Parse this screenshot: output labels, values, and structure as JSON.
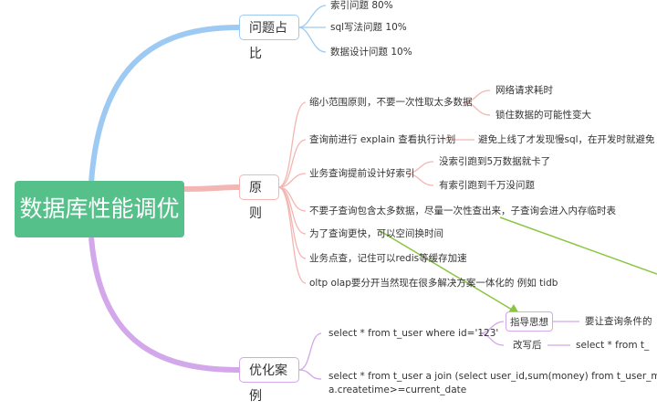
{
  "root": {
    "label": "数据库性能调优",
    "color": "#55c08a"
  },
  "branches": {
    "problems": {
      "label": "问题占比",
      "color": "#9ccaf2",
      "items": [
        "索引问题 80%",
        "sql写法问题 10%",
        "数据设计问题 10%"
      ]
    },
    "principles": {
      "label": "原则",
      "color": "#f3b6b2",
      "items": [
        "缩小范围原则，不要一次性取太多数据",
        "查询前进行 explain 查看执行计划",
        "业务查询提前设计好索引",
        "不要子查询包含太多数据，尽量一次性查出来，子查询会进入内存临时表",
        "为了查询更快，可以空间换时间",
        "业务点查，记住可以redis等缓存加速",
        "oltp  olap要分开当然现在很多解决方案一体化的 例如 tidb"
      ],
      "sub_scope": [
        "网络请求耗时",
        "锁住数据的可能性变大"
      ],
      "sub_explain": "避免上线了才发现慢sql，在开发时就避免",
      "sub_index": [
        "没索引跑到5万数据就卡了",
        "有索引跑到千万没问题"
      ]
    },
    "cases": {
      "label": "优化案例",
      "color": "#d2a8ea",
      "items": [
        "select * from t_user where id='123'",
        "select * from t_user a join (select user_id,sum(money) from t_user_money",
        "a.createtime>=current_date"
      ],
      "sub_guide": "指导思想",
      "sub_guide_detail": "要让查询条件的",
      "sub_rewrite": "改写后",
      "sub_rewrite_detail": "select * from t_"
    }
  },
  "arrow_color": "#8ac640"
}
